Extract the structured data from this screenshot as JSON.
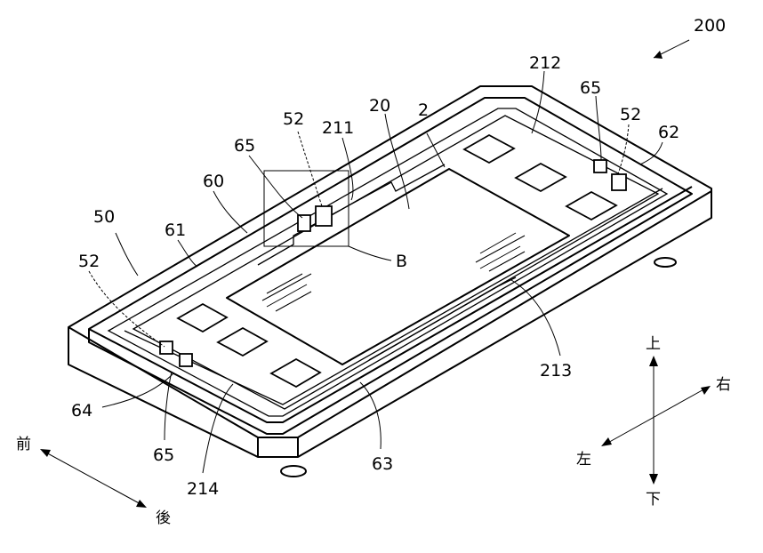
{
  "figure": {
    "labels": {
      "assembly": "200",
      "recess_right": "212",
      "post_right": "65",
      "bump_right": "52",
      "frame_side_right": "62",
      "substrate": "20",
      "chip": "2",
      "recess_top": "211",
      "bump_mid": "52",
      "post_mid": "65",
      "frame": "60",
      "base": "50",
      "frame_side_left": "61",
      "detail": "B",
      "bump_left": "52",
      "recess_front": "213",
      "frame_side_front": "64",
      "post_left": "65",
      "recess_left": "214",
      "frame_side_bottom": "63"
    },
    "directions": {
      "up": "上",
      "down": "下",
      "right": "右",
      "left": "左",
      "front": "前",
      "back": "後"
    }
  }
}
